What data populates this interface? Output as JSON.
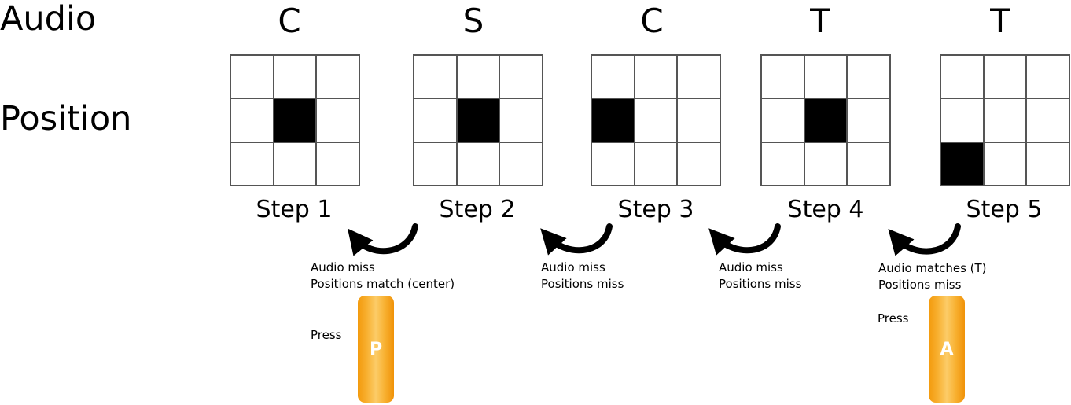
{
  "labels": {
    "audio": "Audio",
    "position": "Position"
  },
  "steps": [
    {
      "letter": "C",
      "label": "Step 1",
      "active": 4
    },
    {
      "letter": "S",
      "label": "Step 2",
      "active": 4
    },
    {
      "letter": "C",
      "label": "Step 3",
      "active": 3
    },
    {
      "letter": "T",
      "label": "Step 4",
      "active": 4
    },
    {
      "letter": "T",
      "label": "Step 5",
      "active": 6
    }
  ],
  "notes": [
    {
      "line1": "Audio miss",
      "line2": "Positions match (center)"
    },
    {
      "line1": "Audio miss",
      "line2": "Positions miss"
    },
    {
      "line1": "Audio miss",
      "line2": "Positions miss"
    },
    {
      "line1": "Audio matches (T)",
      "line2": "Positions miss"
    }
  ],
  "press": [
    {
      "label": "Press",
      "button": "P"
    },
    {
      "label": "Press",
      "button": "A"
    }
  ],
  "colors": {
    "button": "#f5a623",
    "active_cell": "#000000"
  }
}
